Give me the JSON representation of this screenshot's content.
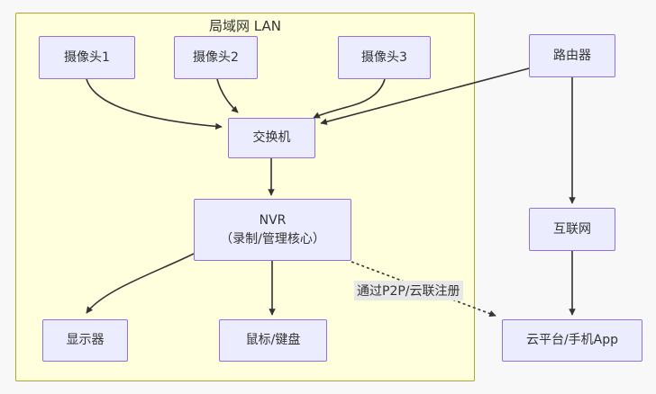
{
  "diagram": {
    "title": "局域网 LAN",
    "nodes": {
      "camera1": {
        "label": "摄像头1"
      },
      "camera2": {
        "label": "摄像头2"
      },
      "camera3": {
        "label": "摄像头3"
      },
      "router": {
        "label": "路由器"
      },
      "switch": {
        "label": "交换机"
      },
      "nvr": {
        "label_line1": "NVR",
        "label_line2": "（录制/管理核心）"
      },
      "internet": {
        "label": "互联网"
      },
      "monitor": {
        "label": "显示器"
      },
      "mouse_keyboard": {
        "label": "鼠标/键盘"
      },
      "cloud": {
        "label": "云平台/手机App"
      }
    },
    "edge_labels": {
      "p2p": "通过P2P/云联注册"
    },
    "colors": {
      "node_fill": "#ECECFF",
      "node_border": "#9370DB",
      "lan_fill": "#ffffde",
      "lan_border": "#aaaa33",
      "edge_stroke": "#333333",
      "edge_label_bg": "#e8e8e8",
      "page_bg": "#f8f8f8",
      "text": "#333333"
    }
  }
}
